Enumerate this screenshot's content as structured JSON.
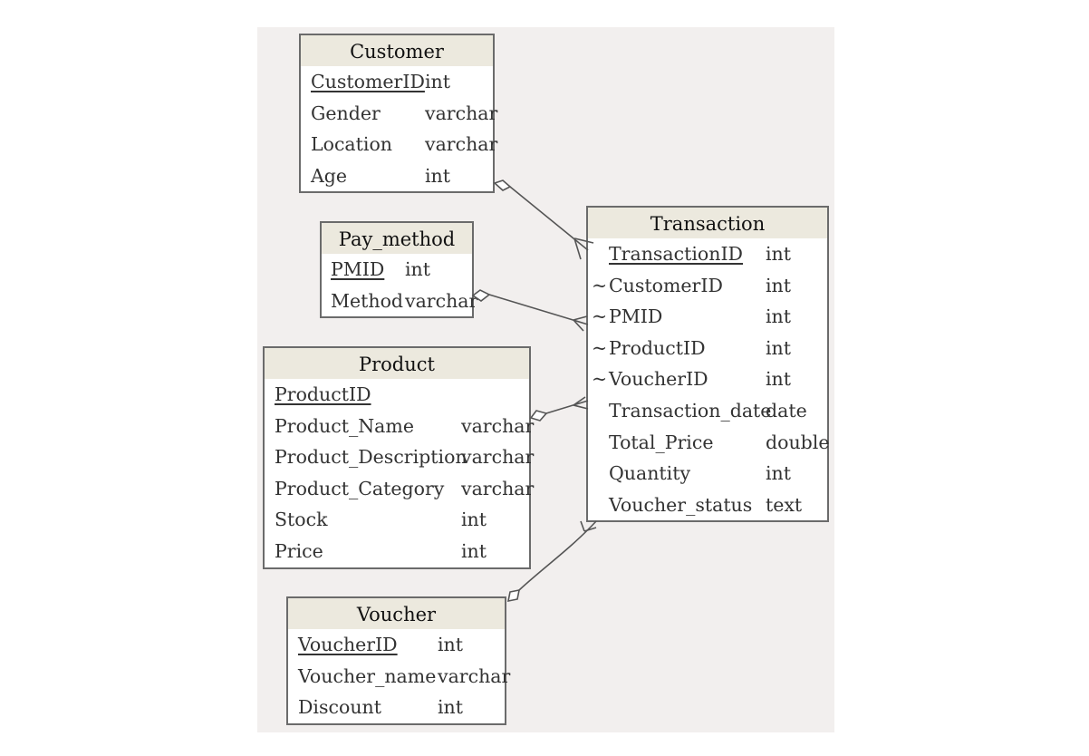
{
  "entities": {
    "customer": {
      "name": "Customer",
      "attributes": [
        {
          "name": "CustomerID",
          "type": "int",
          "pk": true
        },
        {
          "name": "Gender",
          "type": "varchar"
        },
        {
          "name": "Location",
          "type": "varchar"
        },
        {
          "name": "Age",
          "type": "int"
        }
      ]
    },
    "pay_method": {
      "name": "Pay_method",
      "attributes": [
        {
          "name": "PMID",
          "type": "int",
          "pk": true
        },
        {
          "name": "Method",
          "type": "varchar"
        }
      ]
    },
    "product": {
      "name": "Product",
      "attributes": [
        {
          "name": "ProductID",
          "type": "",
          "pk": true
        },
        {
          "name": "Product_Name",
          "type": "varchar"
        },
        {
          "name": "Product_Description",
          "type": "varchar"
        },
        {
          "name": "Product_Category",
          "type": "varchar"
        },
        {
          "name": "Stock",
          "type": "int"
        },
        {
          "name": "Price",
          "type": "int"
        }
      ]
    },
    "voucher": {
      "name": "Voucher",
      "attributes": [
        {
          "name": "VoucherID",
          "type": "int",
          "pk": true
        },
        {
          "name": "Voucher_name",
          "type": "varchar"
        },
        {
          "name": "Discount",
          "type": "int"
        }
      ]
    },
    "transaction": {
      "name": "Transaction",
      "attributes": [
        {
          "name": "TransactionID",
          "type": "int",
          "pk": true,
          "marker": ""
        },
        {
          "name": "CustomerID",
          "type": "int",
          "marker": "~"
        },
        {
          "name": "PMID",
          "type": "int",
          "marker": "~"
        },
        {
          "name": "ProductID",
          "type": "int",
          "marker": "~"
        },
        {
          "name": "VoucherID",
          "type": "int",
          "marker": "~"
        },
        {
          "name": "Transaction_date",
          "type": "date",
          "marker": ""
        },
        {
          "name": "Total_Price",
          "type": "double",
          "marker": ""
        },
        {
          "name": "Quantity",
          "type": "int",
          "marker": ""
        },
        {
          "name": "Voucher_status",
          "type": "text",
          "marker": ""
        }
      ]
    }
  },
  "relationships": [
    {
      "from": "Customer",
      "to": "Transaction"
    },
    {
      "from": "Pay_method",
      "to": "Transaction"
    },
    {
      "from": "Product",
      "to": "Transaction"
    },
    {
      "from": "Voucher",
      "to": "Transaction"
    }
  ]
}
